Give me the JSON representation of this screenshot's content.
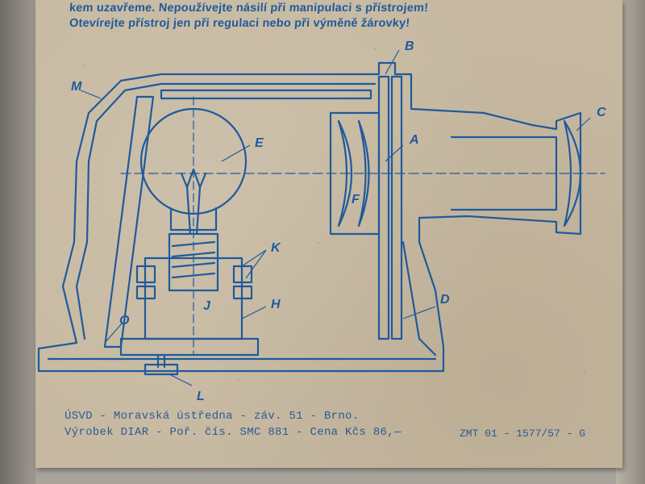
{
  "instructions": {
    "line1": "kem uzavřeme. Nepoužívejte násilí  při manipulaci s přístrojem!",
    "line2": "Otevírejte přístroj jen při regulaci nebo při výměně žárovky!"
  },
  "diagram": {
    "labels": [
      "M",
      "B",
      "C",
      "E",
      "A",
      "F",
      "K",
      "H",
      "J",
      "D",
      "O",
      "L"
    ]
  },
  "footer": {
    "line1": "ÚSVD - Moravská ústředna - záv. 51 - Brno.",
    "line2": "Výrobek DIAR - Poř. čís. SMC 881 - Cena Kčs 86,—",
    "code": "ZMT  01 - 1577/57 - G"
  },
  "colors": {
    "ink": "#1f5a9c",
    "paper": "#c7b9a1"
  }
}
